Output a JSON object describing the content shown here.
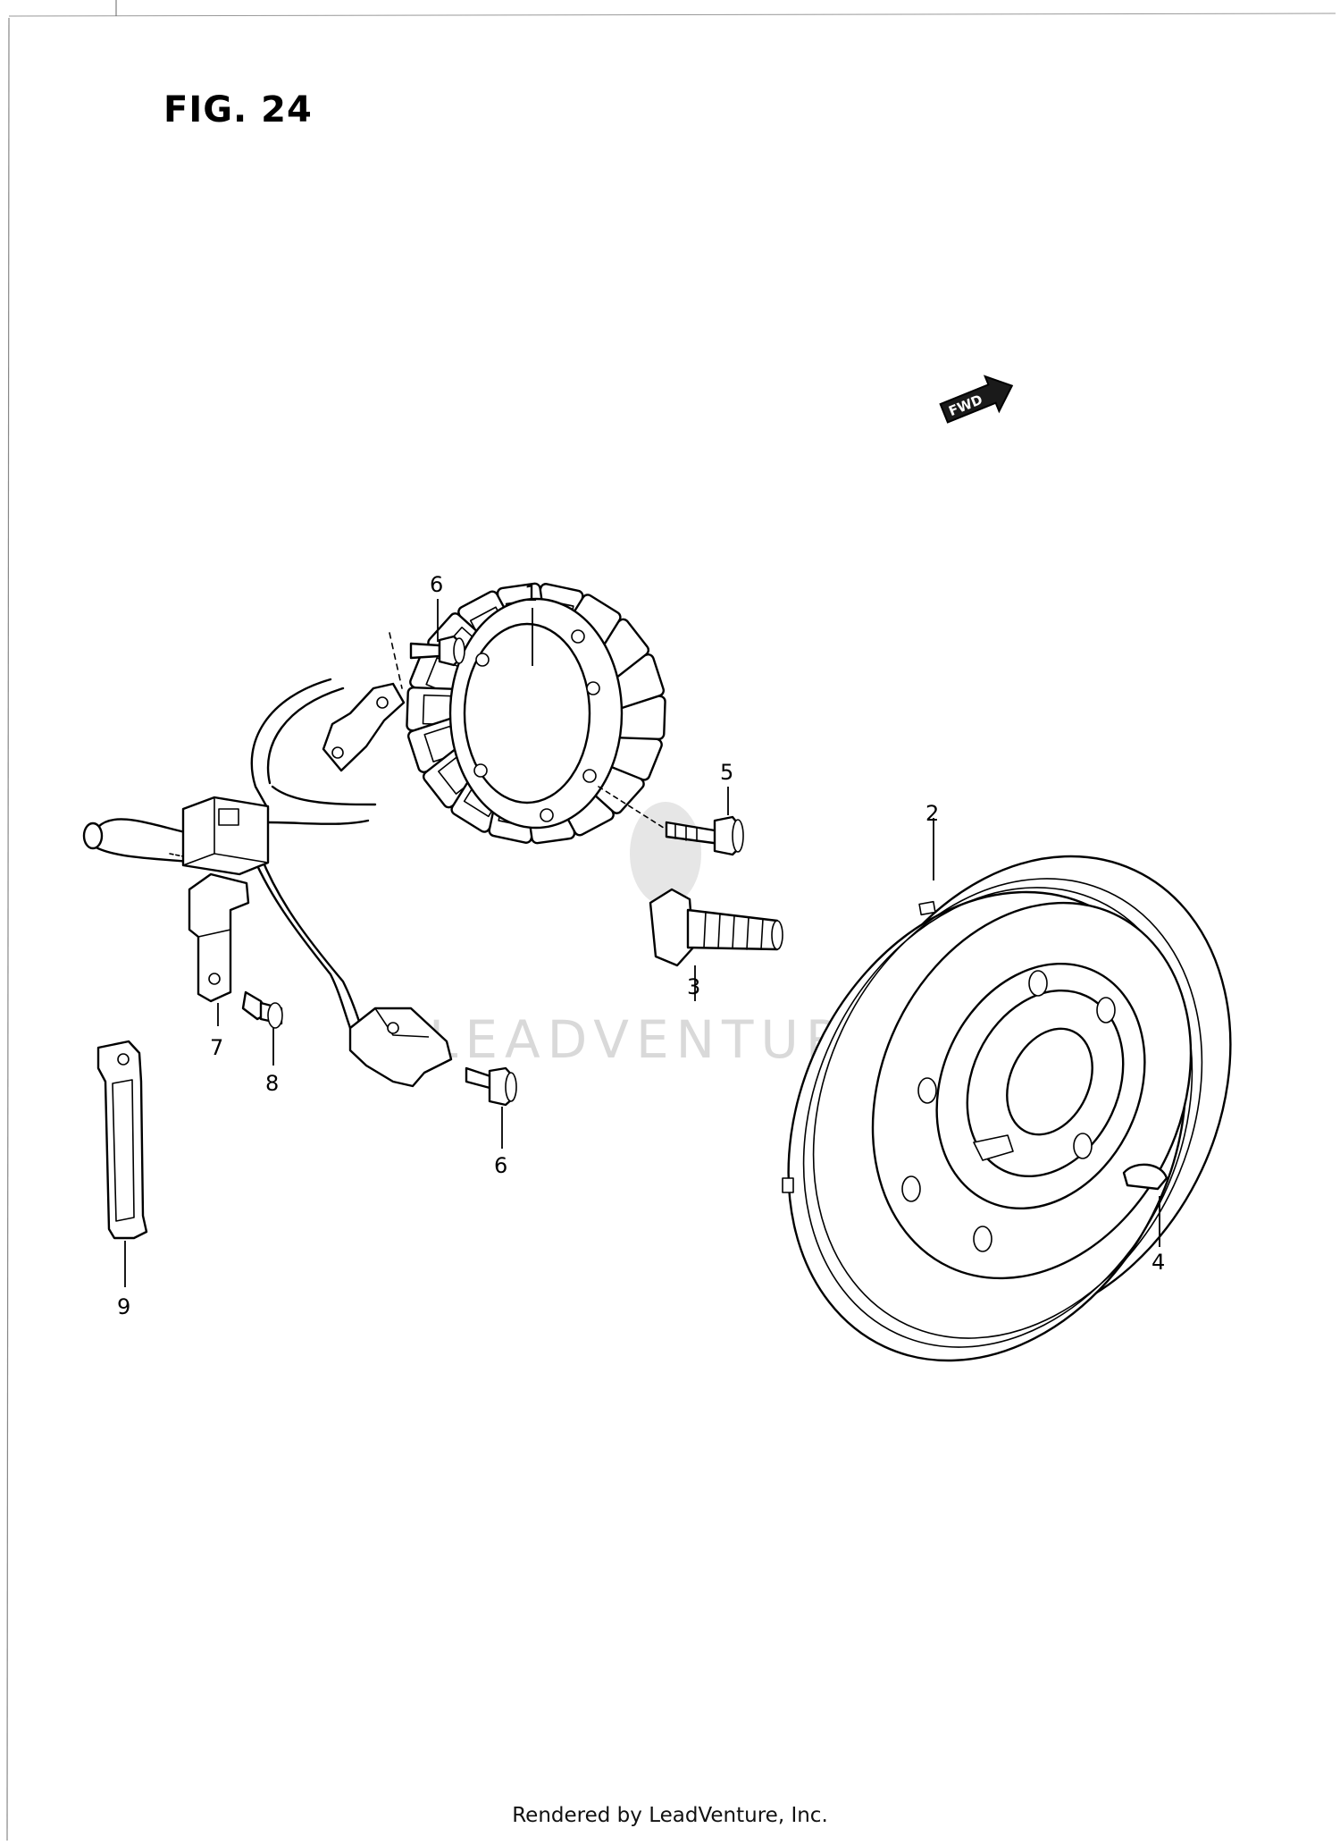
{
  "figure": {
    "title": "FIG. 24"
  },
  "direction_arrow": {
    "label": "FWD"
  },
  "watermark": {
    "text": "LEADVENTURE"
  },
  "callouts": [
    {
      "id": "c1",
      "label": "1"
    },
    {
      "id": "c2",
      "label": "2"
    },
    {
      "id": "c3",
      "label": "3"
    },
    {
      "id": "c4",
      "label": "4"
    },
    {
      "id": "c5",
      "label": "5"
    },
    {
      "id": "c6a",
      "label": "6"
    },
    {
      "id": "c6b",
      "label": "6"
    },
    {
      "id": "c7",
      "label": "7"
    },
    {
      "id": "c8",
      "label": "8"
    },
    {
      "id": "c9",
      "label": "9"
    }
  ],
  "footer": {
    "text": "Rendered by LeadVenture, Inc."
  }
}
